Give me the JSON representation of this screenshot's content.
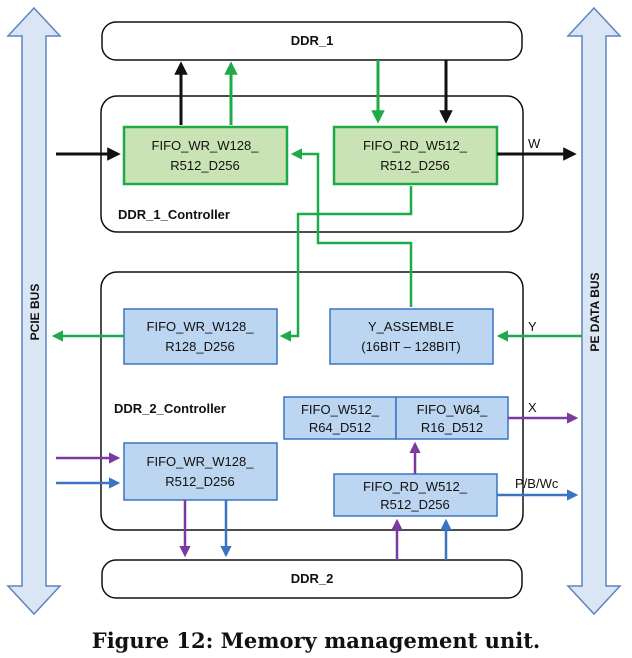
{
  "caption": "Figure 12: Memory management unit.",
  "buses": {
    "left": "PCIE BUS",
    "right": "PE DATA BUS"
  },
  "memories": {
    "ddr1": "DDR_1",
    "ddr2": "DDR_2"
  },
  "controllers": {
    "ddr1": "DDR_1_Controller",
    "ddr2": "DDR_2_Controller"
  },
  "blocks": {
    "fifo_wr_ddr1": [
      "FIFO_WR_W128_",
      "R512_D256"
    ],
    "fifo_rd_ddr1": [
      "FIFO_RD_W512_",
      "R512_D256"
    ],
    "fifo_wr_r128": [
      "FIFO_WR_W128_",
      "R128_D256"
    ],
    "y_assemble": [
      "Y_ASSEMBLE",
      "(16BIT – 128BIT)"
    ],
    "fifo_w512_r64": [
      "FIFO_W512_",
      "R64_D512"
    ],
    "fifo_w64_r16": [
      "FIFO_W64_",
      "R16_D512"
    ],
    "fifo_wr_ddr2": [
      "FIFO_WR_W128_",
      "R512_D256"
    ],
    "fifo_rd_ddr2": [
      "FIFO_RD_W512_",
      "R512_D256"
    ]
  },
  "signals": {
    "w": "W",
    "y": "Y",
    "x": "X",
    "pbwc": "P/B/Wc"
  },
  "colors": {
    "green_stroke": "#1faa4a",
    "green_fill": "#c9e3b4",
    "blue_stroke": "#3a74c4",
    "blue_fill": "#bcd5f0",
    "purple": "#7a3aa0",
    "bus_fill": "#dbe6f4",
    "bus_stroke": "#5b85c0",
    "black": "#111111"
  }
}
